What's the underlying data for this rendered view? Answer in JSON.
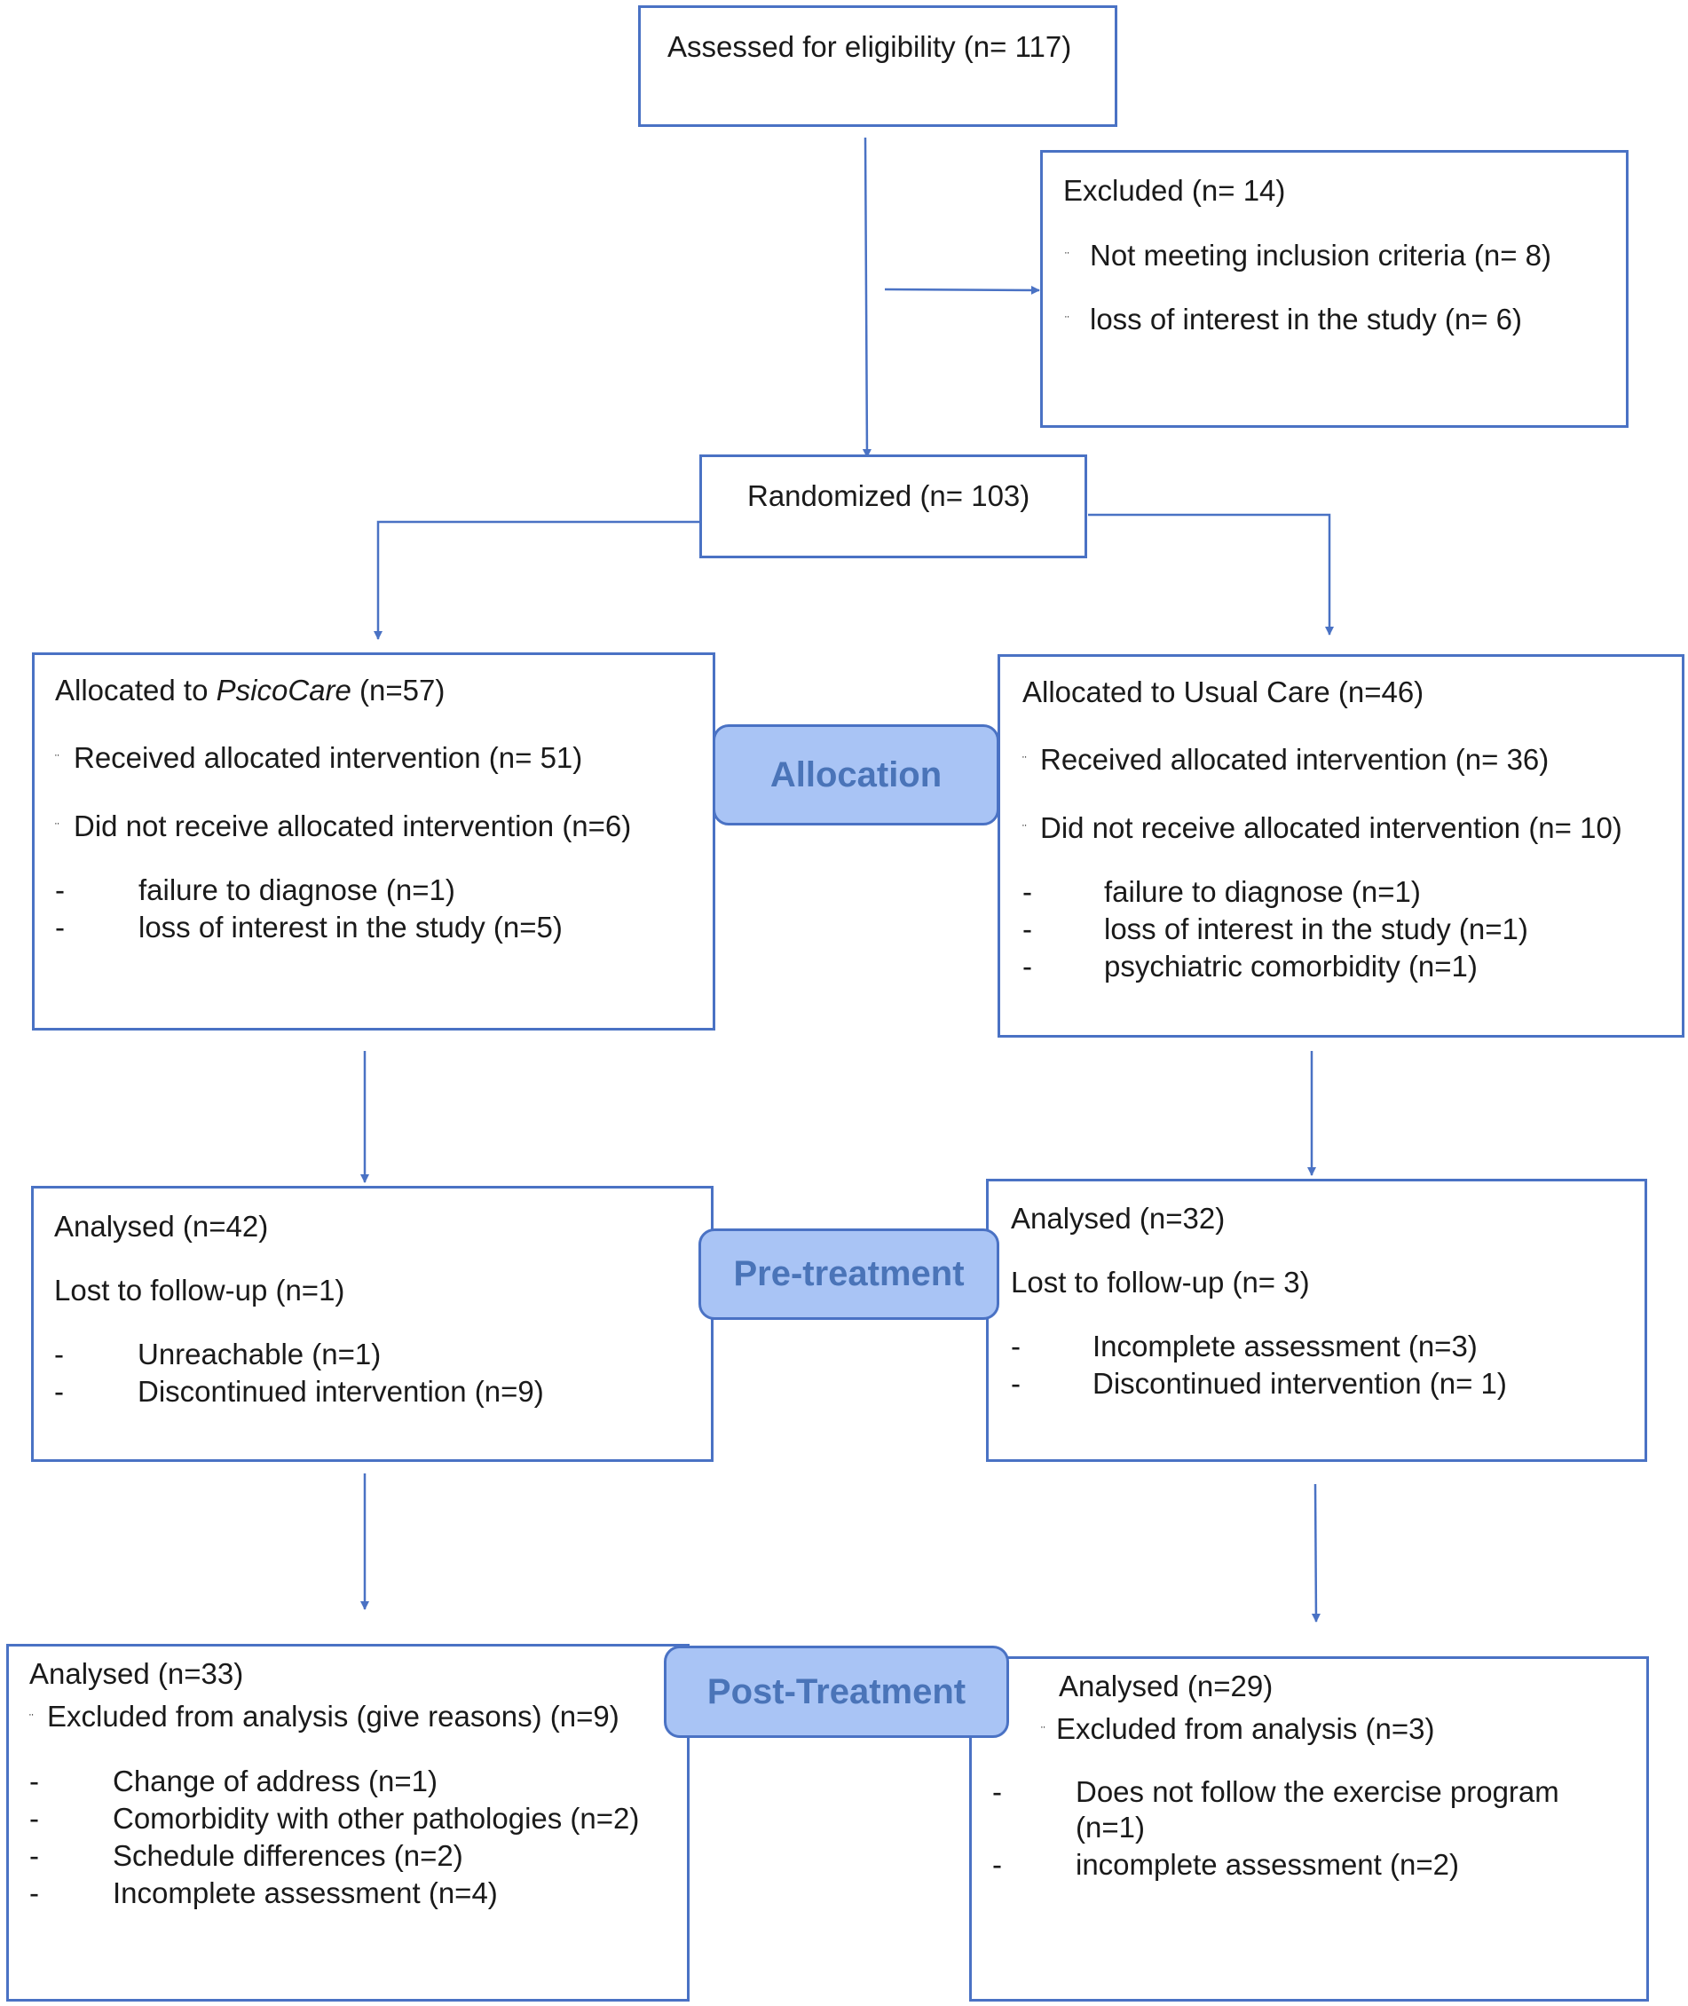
{
  "eligibility": {
    "title": "Assessed for eligibility (n= 117)"
  },
  "excluded": {
    "title": "Excluded (n= 14)",
    "items": [
      "Not meeting inclusion criteria (n= 8)",
      "loss of interest in the study (n= 6)"
    ]
  },
  "randomized": {
    "title": "Randomized (n= 103)"
  },
  "stages": {
    "allocation": "Allocation",
    "pre_treatment": "Pre-treatment",
    "post_treatment": "Post-Treatment"
  },
  "alloc_left": {
    "title_prefix": "Allocated to ",
    "title_italic": "PsicoCare",
    "title_suffix": " (n=57)",
    "received": "Received allocated intervention (n= 51)",
    "not_received": "Did not receive allocated intervention (n=6)",
    "reasons": [
      "failure to diagnose (n=1)",
      "loss of interest in the study (n=5)"
    ]
  },
  "alloc_right": {
    "title": "Allocated to Usual Care (n=46)",
    "received": "Received allocated intervention (n= 36)",
    "not_received": "Did not receive allocated intervention (n= 10)",
    "reasons": [
      "failure to diagnose (n=1)",
      "loss of interest in the study (n=1)",
      "psychiatric comorbidity (n=1)"
    ]
  },
  "pre_left": {
    "analysed": "Analysed (n=42)",
    "lost": "Lost to follow-up (n=1)",
    "reasons": [
      "Unreachable (n=1)",
      "Discontinued intervention (n=9)"
    ]
  },
  "pre_right": {
    "analysed": "Analysed (n=32)",
    "lost": "Lost to follow-up (n= 3)",
    "reasons": [
      "Incomplete assessment (n=3)",
      "Discontinued intervention (n= 1)"
    ]
  },
  "post_left": {
    "analysed": "Analysed (n=33)",
    "excluded": "Excluded from analysis (give reasons) (n=9)",
    "reasons": [
      "Change of address (n=1)",
      "Comorbidity with other pathologies (n=2)",
      "Schedule differences (n=2)",
      "Incomplete assessment (n=4)"
    ]
  },
  "post_right": {
    "analysed": "Analysed (n=29)",
    "excluded": "Excluded from analysis (n=3)",
    "reasons": [
      "Does not follow the exercise program",
      "(n=1)",
      "incomplete assessment (n=2)"
    ]
  }
}
